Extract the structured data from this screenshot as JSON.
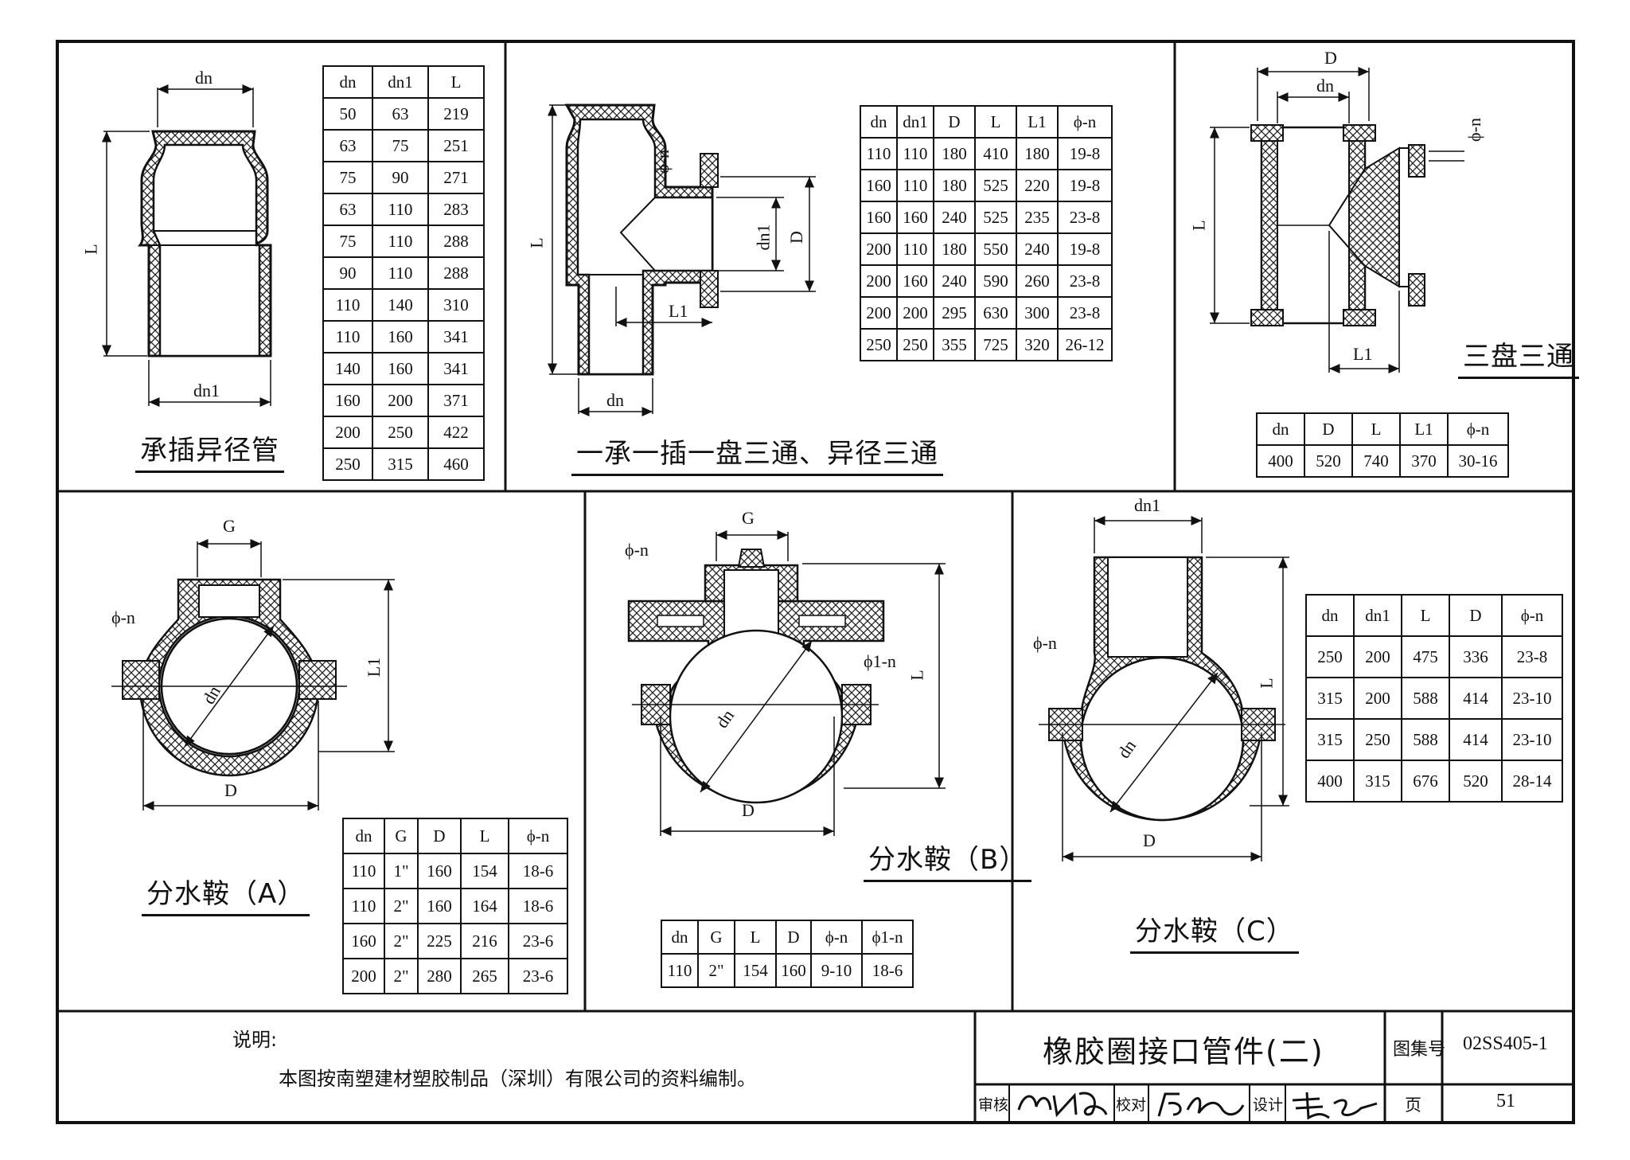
{
  "panels": {
    "reducer": {
      "caption": "承插异径管",
      "dim_labels": {
        "top": "dn",
        "bottom": "dn1",
        "left": "L"
      },
      "table": {
        "headers": [
          "dn",
          "dn1",
          "L"
        ],
        "rows": [
          [
            "50",
            "63",
            "219"
          ],
          [
            "63",
            "75",
            "251"
          ],
          [
            "75",
            "90",
            "271"
          ],
          [
            "63",
            "110",
            "283"
          ],
          [
            "75",
            "110",
            "288"
          ],
          [
            "90",
            "110",
            "288"
          ],
          [
            "110",
            "140",
            "310"
          ],
          [
            "110",
            "160",
            "341"
          ],
          [
            "140",
            "160",
            "341"
          ],
          [
            "160",
            "200",
            "371"
          ],
          [
            "200",
            "250",
            "422"
          ],
          [
            "250",
            "315",
            "460"
          ]
        ]
      }
    },
    "tee": {
      "caption": "一承一插一盘三通、异径三通",
      "dim_labels": {
        "left": "L",
        "bottom": "dn",
        "l1": "L1",
        "dn1": "dn1",
        "d": "D",
        "phi": "ϕ-n"
      },
      "table": {
        "headers": [
          "dn",
          "dn1",
          "D",
          "L",
          "L1",
          "ϕ-n"
        ],
        "rows": [
          [
            "110",
            "110",
            "180",
            "410",
            "180",
            "19-8"
          ],
          [
            "160",
            "110",
            "180",
            "525",
            "220",
            "19-8"
          ],
          [
            "160",
            "160",
            "240",
            "525",
            "235",
            "23-8"
          ],
          [
            "200",
            "110",
            "180",
            "550",
            "240",
            "19-8"
          ],
          [
            "200",
            "160",
            "240",
            "590",
            "260",
            "23-8"
          ],
          [
            "200",
            "200",
            "295",
            "630",
            "300",
            "23-8"
          ],
          [
            "250",
            "250",
            "355",
            "725",
            "320",
            "26-12"
          ]
        ]
      }
    },
    "flanged_tee": {
      "caption": "三盘三通",
      "dim_labels": {
        "top": "D",
        "top2": "dn",
        "left": "L",
        "bottom": "L1",
        "phi": "ϕ-n"
      },
      "table": {
        "headers": [
          "dn",
          "D",
          "L",
          "L1",
          "ϕ-n"
        ],
        "rows": [
          [
            "400",
            "520",
            "740",
            "370",
            "30-16"
          ]
        ]
      }
    },
    "saddle_a": {
      "caption": "分水鞍（A）",
      "dim_labels": {
        "top": "G",
        "phi": "ϕ-n",
        "center": "dn",
        "right": "L1",
        "bottom": "D"
      },
      "table": {
        "headers": [
          "dn",
          "G",
          "D",
          "L",
          "ϕ-n"
        ],
        "rows": [
          [
            "110",
            "1\"",
            "160",
            "154",
            "18-6"
          ],
          [
            "110",
            "2\"",
            "160",
            "164",
            "18-6"
          ],
          [
            "160",
            "2\"",
            "225",
            "216",
            "23-6"
          ],
          [
            "200",
            "2\"",
            "280",
            "265",
            "23-6"
          ]
        ]
      }
    },
    "saddle_b": {
      "caption": "分水鞍（B）",
      "dim_labels": {
        "top": "G",
        "phi": "ϕ-n",
        "phi1": "ϕ1-n",
        "center": "dn",
        "right": "L",
        "bottom": "D"
      },
      "table": {
        "headers": [
          "dn",
          "G",
          "L",
          "D",
          "ϕ-n",
          "ϕ1-n"
        ],
        "rows": [
          [
            "110",
            "2\"",
            "154",
            "160",
            "9-10",
            "18-6"
          ]
        ]
      }
    },
    "saddle_c": {
      "caption": "分水鞍（C）",
      "dim_labels": {
        "top": "dn1",
        "phi": "ϕ-n",
        "center": "dn",
        "right": "L",
        "bottom": "D"
      },
      "table": {
        "headers": [
          "dn",
          "dn1",
          "L",
          "D",
          "ϕ-n"
        ],
        "rows": [
          [
            "250",
            "200",
            "475",
            "336",
            "23-8"
          ],
          [
            "315",
            "200",
            "588",
            "414",
            "23-10"
          ],
          [
            "315",
            "250",
            "588",
            "414",
            "23-10"
          ],
          [
            "400",
            "315",
            "676",
            "520",
            "28-14"
          ]
        ]
      }
    }
  },
  "notes": {
    "heading": "说明:",
    "text": "本图按南塑建材塑胶制品（深圳）有限公司的资料编制。"
  },
  "title_block": {
    "title": "橡胶圈接口管件(二)",
    "atlas_label": "图集号",
    "atlas_no": "02SS405-1",
    "review_label": "审核",
    "check_label": "校对",
    "design_label": "设计",
    "page_label": "页",
    "page_no": "51"
  }
}
